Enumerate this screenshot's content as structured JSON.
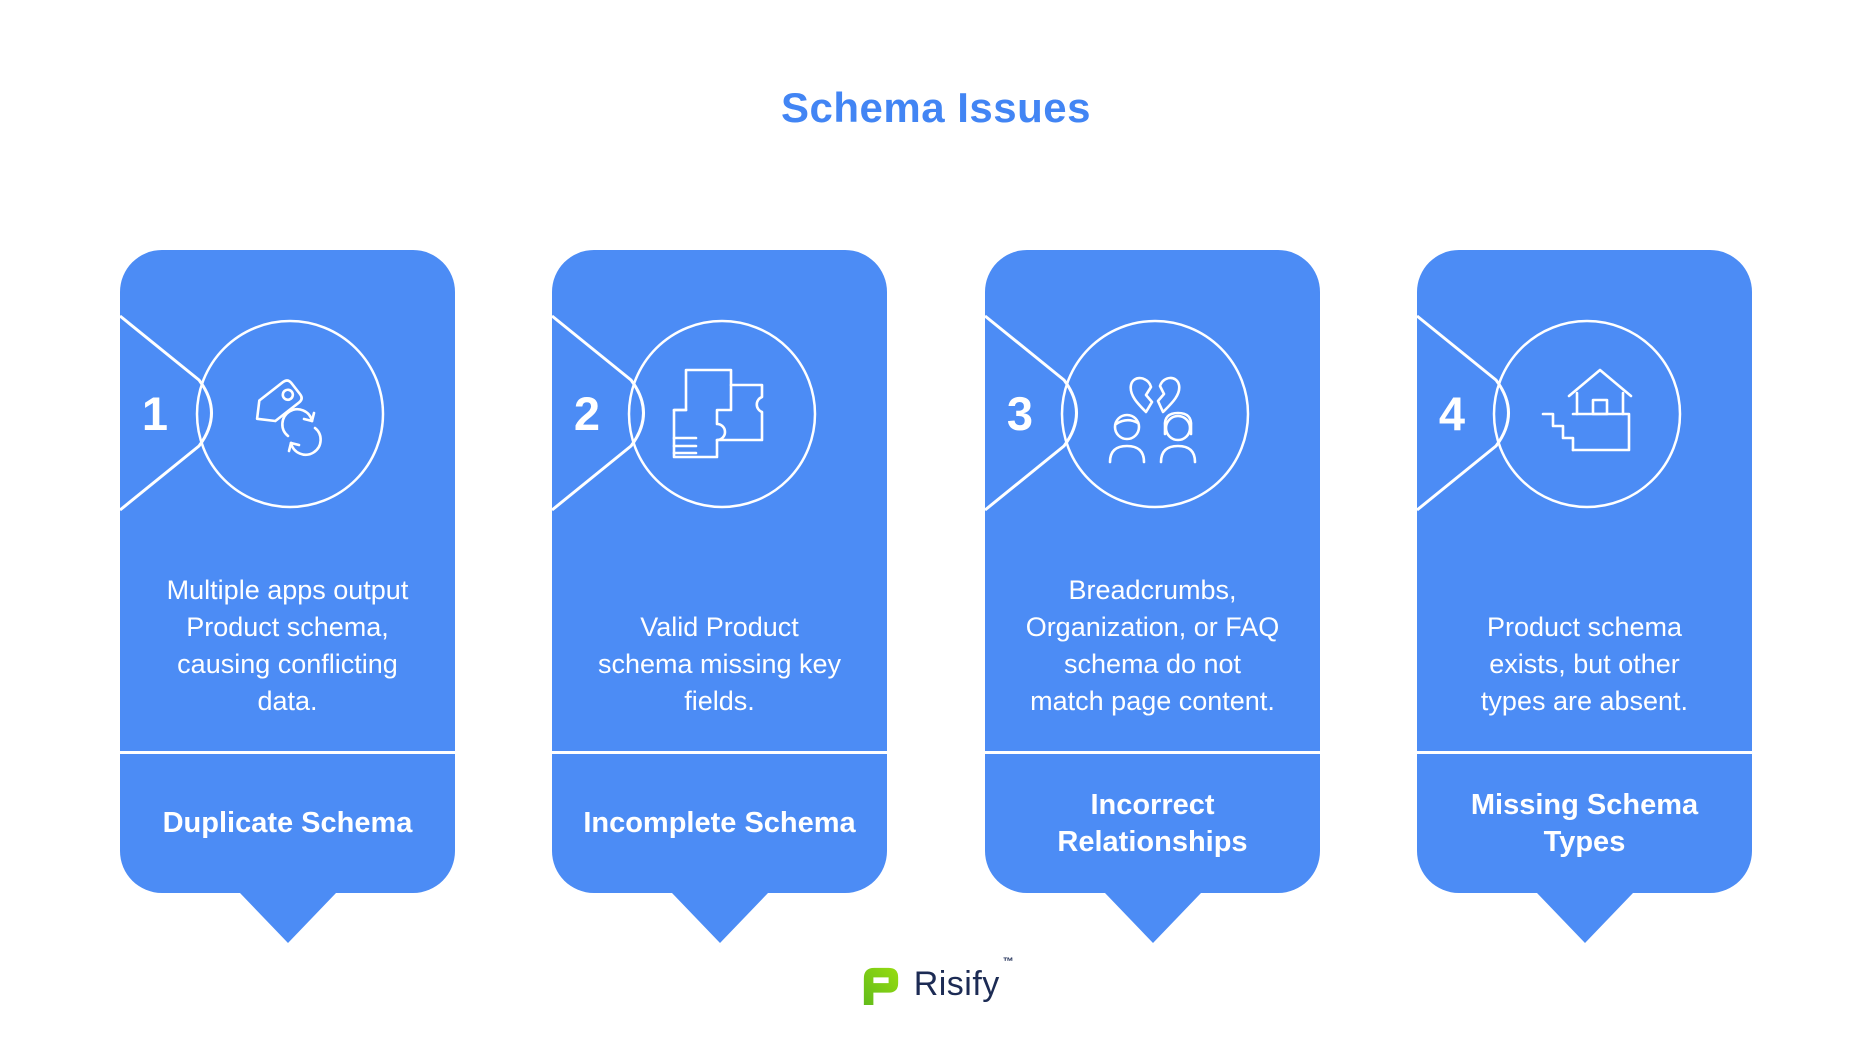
{
  "title": {
    "text": "Schema Issues"
  },
  "colors": {
    "card_blue": "#4C8CF5",
    "title_blue": "#4285F4",
    "stroke_white": "#FFFFFF",
    "logo_green_light": "#97DC11",
    "logo_green_dark": "#62BC1A",
    "logo_text_navy": "#1C2B54"
  },
  "cards": [
    {
      "number": "1",
      "icon": "duplicate-tag-sync-icon",
      "description": "Multiple apps output\nProduct schema,\ncausing conflicting\ndata.",
      "label": "Duplicate Schema"
    },
    {
      "number": "2",
      "icon": "incomplete-puzzle-icon",
      "description": "Valid Product\nschema missing key\nfields.",
      "label": "Incomplete Schema"
    },
    {
      "number": "3",
      "icon": "broken-heart-people-icon",
      "description": "Breadcrumbs,\nOrganization, or FAQ\nschema do not\nmatch page content.",
      "label": "Incorrect\nRelationships"
    },
    {
      "number": "4",
      "icon": "missing-house-icon",
      "description": "Product schema\nexists, but other\ntypes are absent.",
      "label": "Missing Schema\nTypes"
    }
  ],
  "footer_logo": {
    "name": "Risify",
    "trademark": "™"
  }
}
